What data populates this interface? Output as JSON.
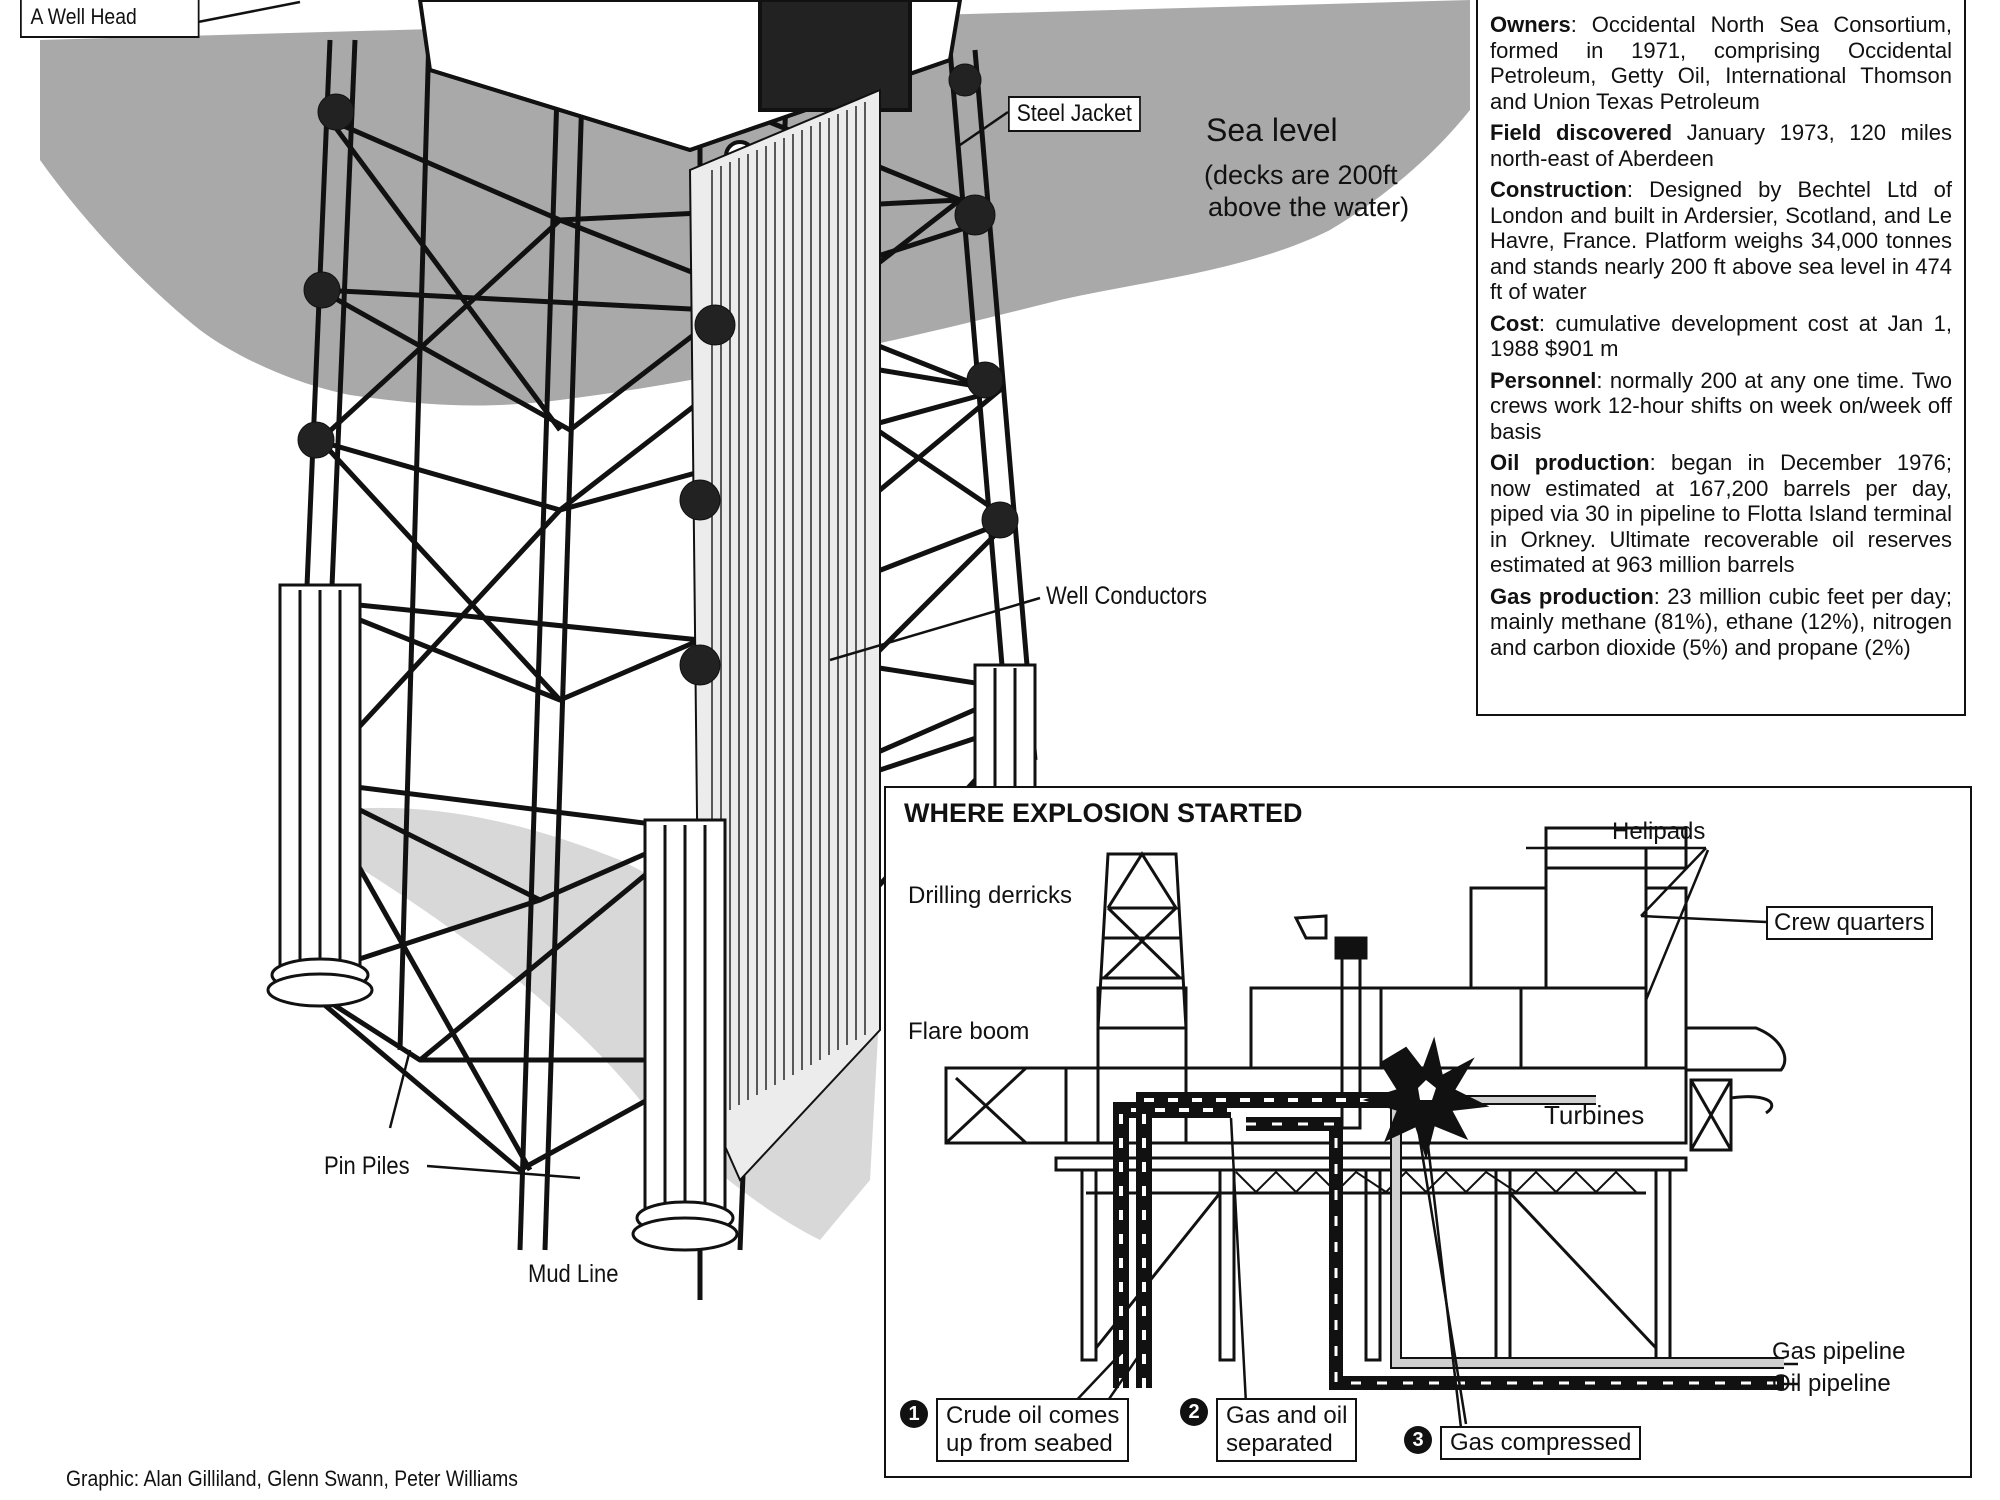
{
  "labels": {
    "well_head": "A  Well Head",
    "steel_jacket": "Steel Jacket",
    "sea_level": "Sea level",
    "sea_level_note": [
      "(decks are 200ft",
      "above the water)"
    ],
    "well_conductors": "Well Conductors",
    "pin_piles": "Pin Piles",
    "mud_line": "Mud Line",
    "credit": "Graphic: Alan Gilliland, Glenn Swann, Peter Williams"
  },
  "info": [
    {
      "key": "Owners",
      "text": ": Occidental North Sea Consortium, formed in 1971, comprising Occidental Petroleum, Getty Oil, International Thomson and Union Texas Petroleum"
    },
    {
      "key": "Field discovered",
      "text": " January 1973, 120 miles north-east of Aberdeen"
    },
    {
      "key": "Construction",
      "text": ": Designed by Bechtel Ltd of London and built in Ardersier, Scotland, and Le Havre, France. Platform weighs 34,000 tonnes and stands nearly 200 ft above sea level in 474 ft of water"
    },
    {
      "key": "Cost",
      "text": ": cumulative development cost at Jan 1, 1988 $901 m"
    },
    {
      "key": "Personnel",
      "text": ": normally 200 at any one time. Two crews work 12-hour shifts on week on/week off basis"
    },
    {
      "key": "Oil production",
      "text": ": began in December 1976; now estimated at 167,200 barrels per day, piped via 30 in pipeline to Flotta Island terminal in Orkney. Ultimate recoverable oil reserves estimated at 963 million barrels"
    },
    {
      "key": "Gas production",
      "text": ": 23 million cubic feet per day; mainly methane (81%), ethane (12%), nitrogen and carbon dioxide (5%) and propane (2%)"
    }
  ],
  "inset": {
    "title": "WHERE EXPLOSION STARTED",
    "helipads": "Helipads",
    "drilling_derricks": "Drilling derricks",
    "crew_quarters": "Crew   quarters",
    "flare_boom": "Flare boom",
    "turbines": "Turbines",
    "gas_pipeline": "Gas pipeline",
    "oil_pipeline": "Oil pipeline",
    "steps": [
      {
        "num": "1",
        "text": [
          "Crude oil comes",
          "up from seabed"
        ]
      },
      {
        "num": "2",
        "text": [
          "Gas and oil",
          "separated"
        ]
      },
      {
        "num": "3",
        "text": [
          "Gas compressed"
        ]
      }
    ]
  },
  "colors": {
    "sea": "#a9a9a9",
    "ink": "#111111",
    "paper": "#ffffff"
  }
}
